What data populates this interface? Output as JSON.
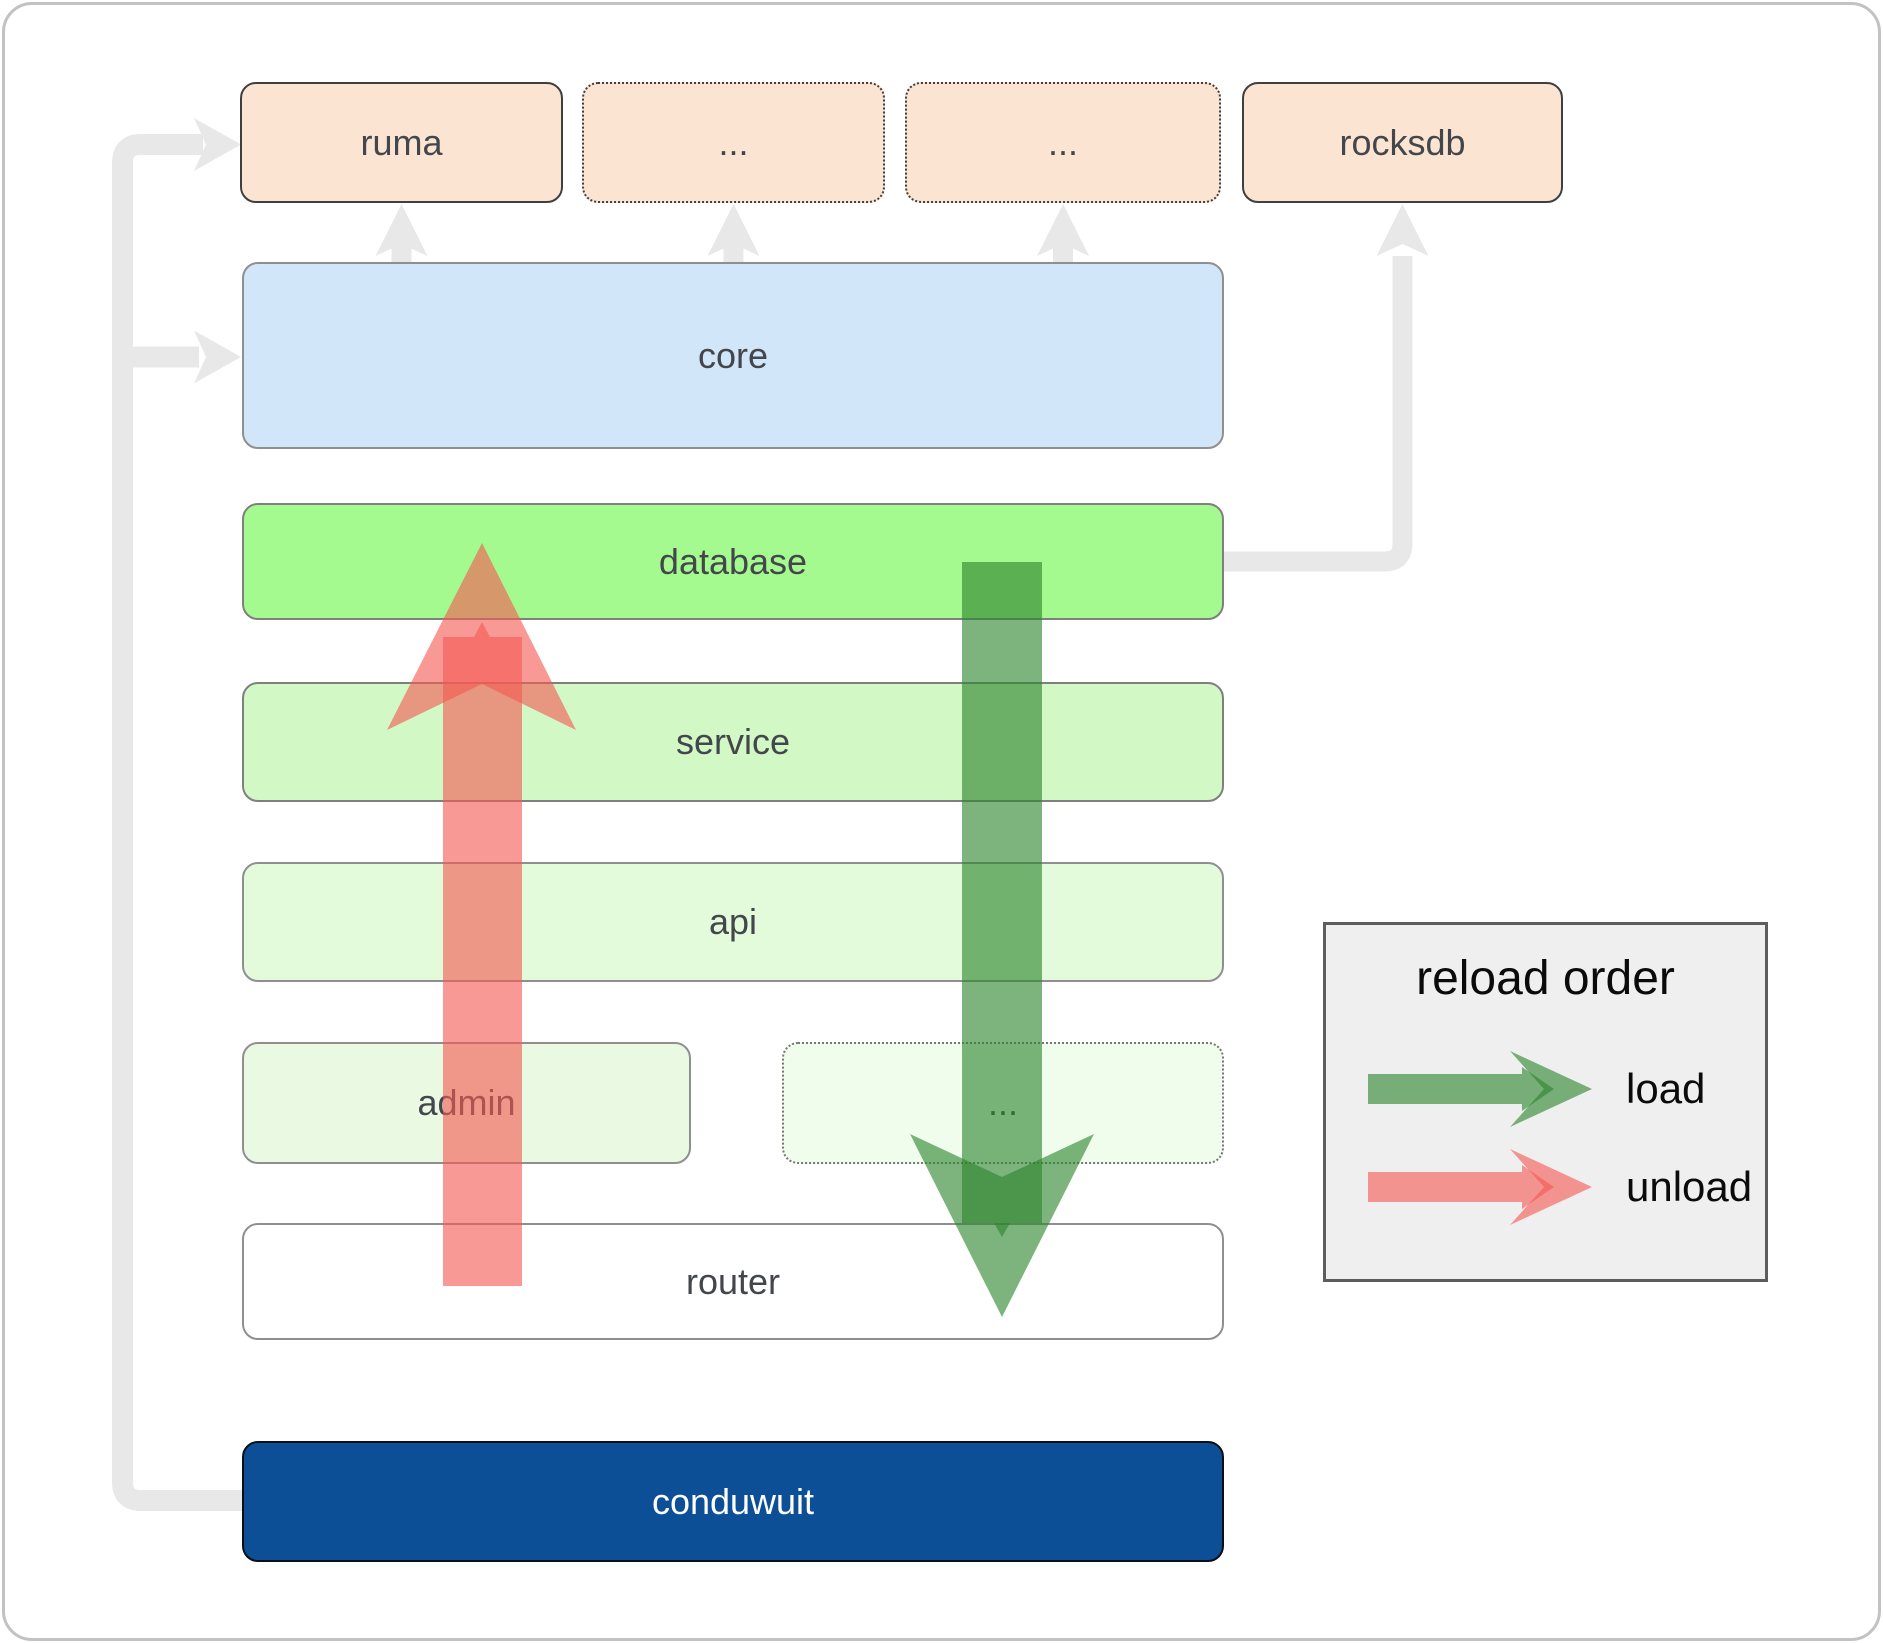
{
  "nodes": {
    "ruma": "ruma",
    "top_dots_1": "...",
    "top_dots_2": "...",
    "rocksdb": "rocksdb",
    "core": "core",
    "database": "database",
    "service": "service",
    "api": "api",
    "admin": "admin",
    "admin_dots": "...",
    "router": "router",
    "conduwuit": "conduwuit"
  },
  "legend": {
    "title": "reload order",
    "items": [
      {
        "icon": "load-arrow-icon",
        "label": "load",
        "color": "rgba(45,133,45,0.62)"
      },
      {
        "icon": "unload-arrow-icon",
        "label": "unload",
        "color": "rgba(243,90,84,0.62)"
      }
    ]
  },
  "colors": {
    "peach_node_fill": "#fce4d2",
    "core_fill": "#d2e6fa",
    "database_fill": "#a5fa8f",
    "service_fill": "#d2f8c6",
    "api_fill": "#e3fbdb",
    "admin_fill": "#eafae2",
    "admin_dots_fill": "#f0fdec",
    "router_fill": "#ffffff",
    "conduwuit_fill": "#0d4f96",
    "conduwuit_text": "#ffffff",
    "node_text": "#43474b",
    "connector_gray": "#e8e8e8",
    "load_arrow_green": "rgba(45,133,45,0.62)",
    "unload_arrow_red": "rgba(243,90,84,0.62)",
    "legend_bg": "#efefef",
    "frame_border": "#c2c2c2"
  }
}
